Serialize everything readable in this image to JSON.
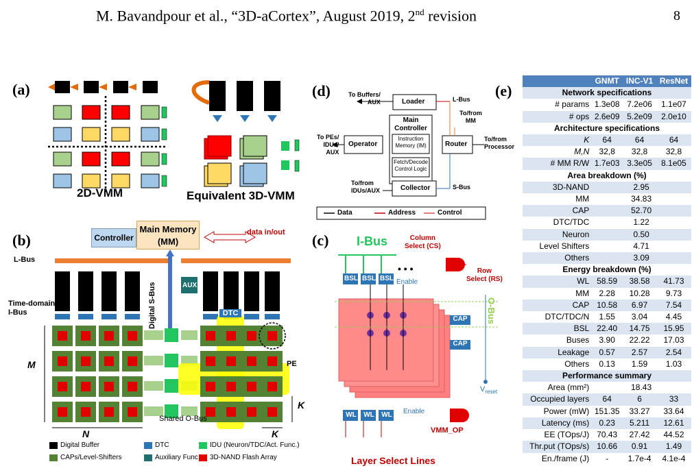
{
  "header": {
    "citation_prefix": "M. Bavandpour et al., “3D-aCortex”, August 2019, 2",
    "citation_sup": "nd",
    "citation_suffix": " revision",
    "page_number": "8"
  },
  "panels": {
    "a": {
      "label": "(a)",
      "caption_2d": "2D-VMM",
      "caption_3d": "Equivalent 3D-VMM"
    },
    "b": {
      "label": "(b)",
      "controller": "Controller",
      "main_memory_line1": "Main Memory",
      "main_memory_line2": "(MM)",
      "data_in_out": "data in/out",
      "l_bus": "L-Bus",
      "digital_s_bus": "Digital S-Bus",
      "aux": "AUX",
      "time_domain_line1": "Time-domain",
      "time_domain_line2": "I-Bus",
      "dtc": "DTC",
      "pe": "PE",
      "m": "M",
      "n": "N",
      "k_right": "K",
      "k_bottom": "K",
      "shared_o_bus": "Shared O-Bus",
      "legend": [
        {
          "label": "Digital Buffer",
          "color": "#000000"
        },
        {
          "label": "DTC",
          "color": "#2e75b6"
        },
        {
          "label": "IDU (Neuron/TDC/Act. Func.)",
          "color": "#22c55e"
        },
        {
          "label": "CAPs/Level-Shifters",
          "color": "#548235"
        },
        {
          "label": "Auxiliary Func.",
          "color": "#1f6f6f"
        },
        {
          "label": "3D-NAND Flash Array",
          "color": "#e00000"
        }
      ]
    },
    "c": {
      "label": "(c)",
      "i_bus": "I-Bus",
      "bsl": "BSL",
      "enable_top": "Enable",
      "enable_bottom": "Enable",
      "column_select_line1": "Column",
      "column_select_line2": "Select (CS)",
      "row_select_line1": "Row",
      "row_select_line2": "Select (RS)",
      "o_bus": "O-Bus",
      "cap": "CAP",
      "v_reset": "V",
      "v_reset_sub": "reset",
      "wl": "WL",
      "vmm_op": "VMM_OP",
      "layer_select": "Layer Select Lines",
      "dots": "• • •"
    },
    "d": {
      "label": "(d)",
      "to_buffers_line1": "To Buffers/",
      "to_buffers_line2": "AUX",
      "loader": "Loader",
      "l_bus": "L-Bus",
      "main_controller_line1": "Main",
      "main_controller_line2": "Controller",
      "instruction_memory_line1": "Instruction",
      "instruction_memory_line2": "Memory (IM)",
      "fetch_decode_line1": "Fetch/Decode",
      "fetch_decode_line2": "Control Logic",
      "to_pes_line1": "To PEs/",
      "to_pes_line2": "IDUs/",
      "to_pes_line3": "AUX",
      "operator": "Operator",
      "to_from_mm_line1": "To/from",
      "to_from_mm_line2": "MM",
      "router": "Router",
      "to_from_proc_line1": "To/from",
      "to_from_proc_line2": "Processor",
      "to_from_idus_line1": "To/from",
      "to_from_idus_line2": "IDUs/AUX",
      "collector": "Collector",
      "s_bus": "S-Bus",
      "legend_data": "Data",
      "legend_address": "Address",
      "legend_control": "Control"
    },
    "e": {
      "label": "(e)",
      "columns": [
        "",
        "GNMT",
        "INC-V1",
        "ResNet"
      ],
      "rows": [
        {
          "type": "section",
          "label": "Network specifications"
        },
        {
          "type": "row",
          "label": "# params",
          "values": [
            "1.3e08",
            "7.2e06",
            "1.1e07"
          ]
        },
        {
          "type": "row",
          "label": "# ops",
          "values": [
            "2.6e09",
            "5.2e09",
            "2.0e10"
          ]
        },
        {
          "type": "section",
          "label": "Architecture specifications"
        },
        {
          "type": "row",
          "label": "K",
          "italic": true,
          "values": [
            "64",
            "64",
            "64"
          ]
        },
        {
          "type": "row",
          "label": "M,N",
          "italic": true,
          "values": [
            "32,8",
            "32,8",
            "32,8"
          ]
        },
        {
          "type": "row",
          "label": "# MM R/W",
          "values": [
            "1.7e03",
            "3.3e05",
            "8.1e05"
          ]
        },
        {
          "type": "section",
          "label": "Area breakdown (%)"
        },
        {
          "type": "single",
          "label": "3D-NAND",
          "value": "2.95"
        },
        {
          "type": "single",
          "label": "MM",
          "value": "34.83"
        },
        {
          "type": "single",
          "label": "CAP",
          "value": "52.70"
        },
        {
          "type": "single",
          "label": "DTC/TDC",
          "value": "1.22"
        },
        {
          "type": "single",
          "label": "Neuron",
          "value": "0.50"
        },
        {
          "type": "single",
          "label": "Level Shifters",
          "value": "4.71"
        },
        {
          "type": "single",
          "label": "Others",
          "value": "3.09"
        },
        {
          "type": "section",
          "label": "Energy breakdown (%)"
        },
        {
          "type": "row",
          "label": "WL",
          "values": [
            "58.59",
            "38.58",
            "41.73"
          ]
        },
        {
          "type": "row",
          "label": "MM",
          "values": [
            "2.28",
            "10.28",
            "9.73"
          ]
        },
        {
          "type": "row",
          "label": "CAP",
          "values": [
            "10.58",
            "6.97",
            "7.54"
          ]
        },
        {
          "type": "row",
          "label": "DTC/TDC/N",
          "values": [
            "1.55",
            "3.04",
            "4.45"
          ]
        },
        {
          "type": "row",
          "label": "BSL",
          "values": [
            "22.40",
            "14.75",
            "15.95"
          ]
        },
        {
          "type": "row",
          "label": "Buses",
          "values": [
            "3.90",
            "22.22",
            "17.03"
          ]
        },
        {
          "type": "row",
          "label": "Leakage",
          "values": [
            "0.57",
            "2.57",
            "2.54"
          ]
        },
        {
          "type": "row",
          "label": "Others",
          "values": [
            "0.13",
            "1.59",
            "1.03"
          ]
        },
        {
          "type": "section",
          "label": "Performance summary"
        },
        {
          "type": "single",
          "label": "Area (mm²)",
          "value": "18.43"
        },
        {
          "type": "row",
          "label": "Occupied layers",
          "values": [
            "64",
            "6",
            "33"
          ]
        },
        {
          "type": "row",
          "label": "Power (mW)",
          "values": [
            "151.35",
            "33.27",
            "33.64"
          ]
        },
        {
          "type": "row",
          "label": "Latency (ms)",
          "values": [
            "0.23",
            "5.211",
            "12.61"
          ]
        },
        {
          "type": "row",
          "label": "EE (TOps/J)",
          "values": [
            "70.43",
            "27.42",
            "44.52"
          ]
        },
        {
          "type": "row",
          "label": "Thr.put (TOps/s)",
          "values": [
            "10.66",
            "0.91",
            "1.49"
          ]
        },
        {
          "type": "row",
          "label": "En./frame (J)",
          "values": [
            "-",
            "1.7e-4",
            "4.1e-4"
          ]
        }
      ]
    }
  }
}
